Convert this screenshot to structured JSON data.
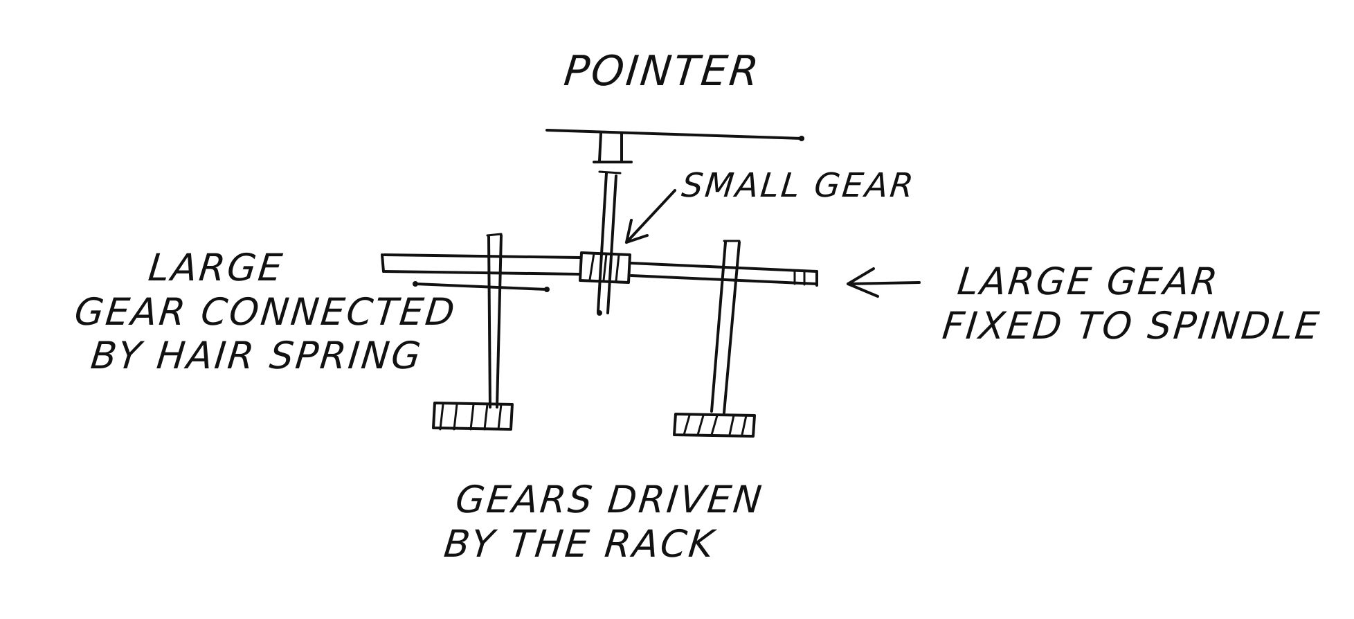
{
  "labels": {
    "pointer": "POINTER",
    "small_gear": "SMALL GEAR",
    "large_gear_left": [
      "LARGE",
      "GEAR CONNECTED",
      "BY HAIR SPRING"
    ],
    "large_gear_right": [
      "LARGE GEAR",
      "FIXED TO SPINDLE"
    ],
    "gears_driven": [
      "GEARS DRIVEN",
      "BY THE RACK"
    ]
  },
  "colors": {
    "ink": "#111111",
    "paper": "#ffffff"
  }
}
